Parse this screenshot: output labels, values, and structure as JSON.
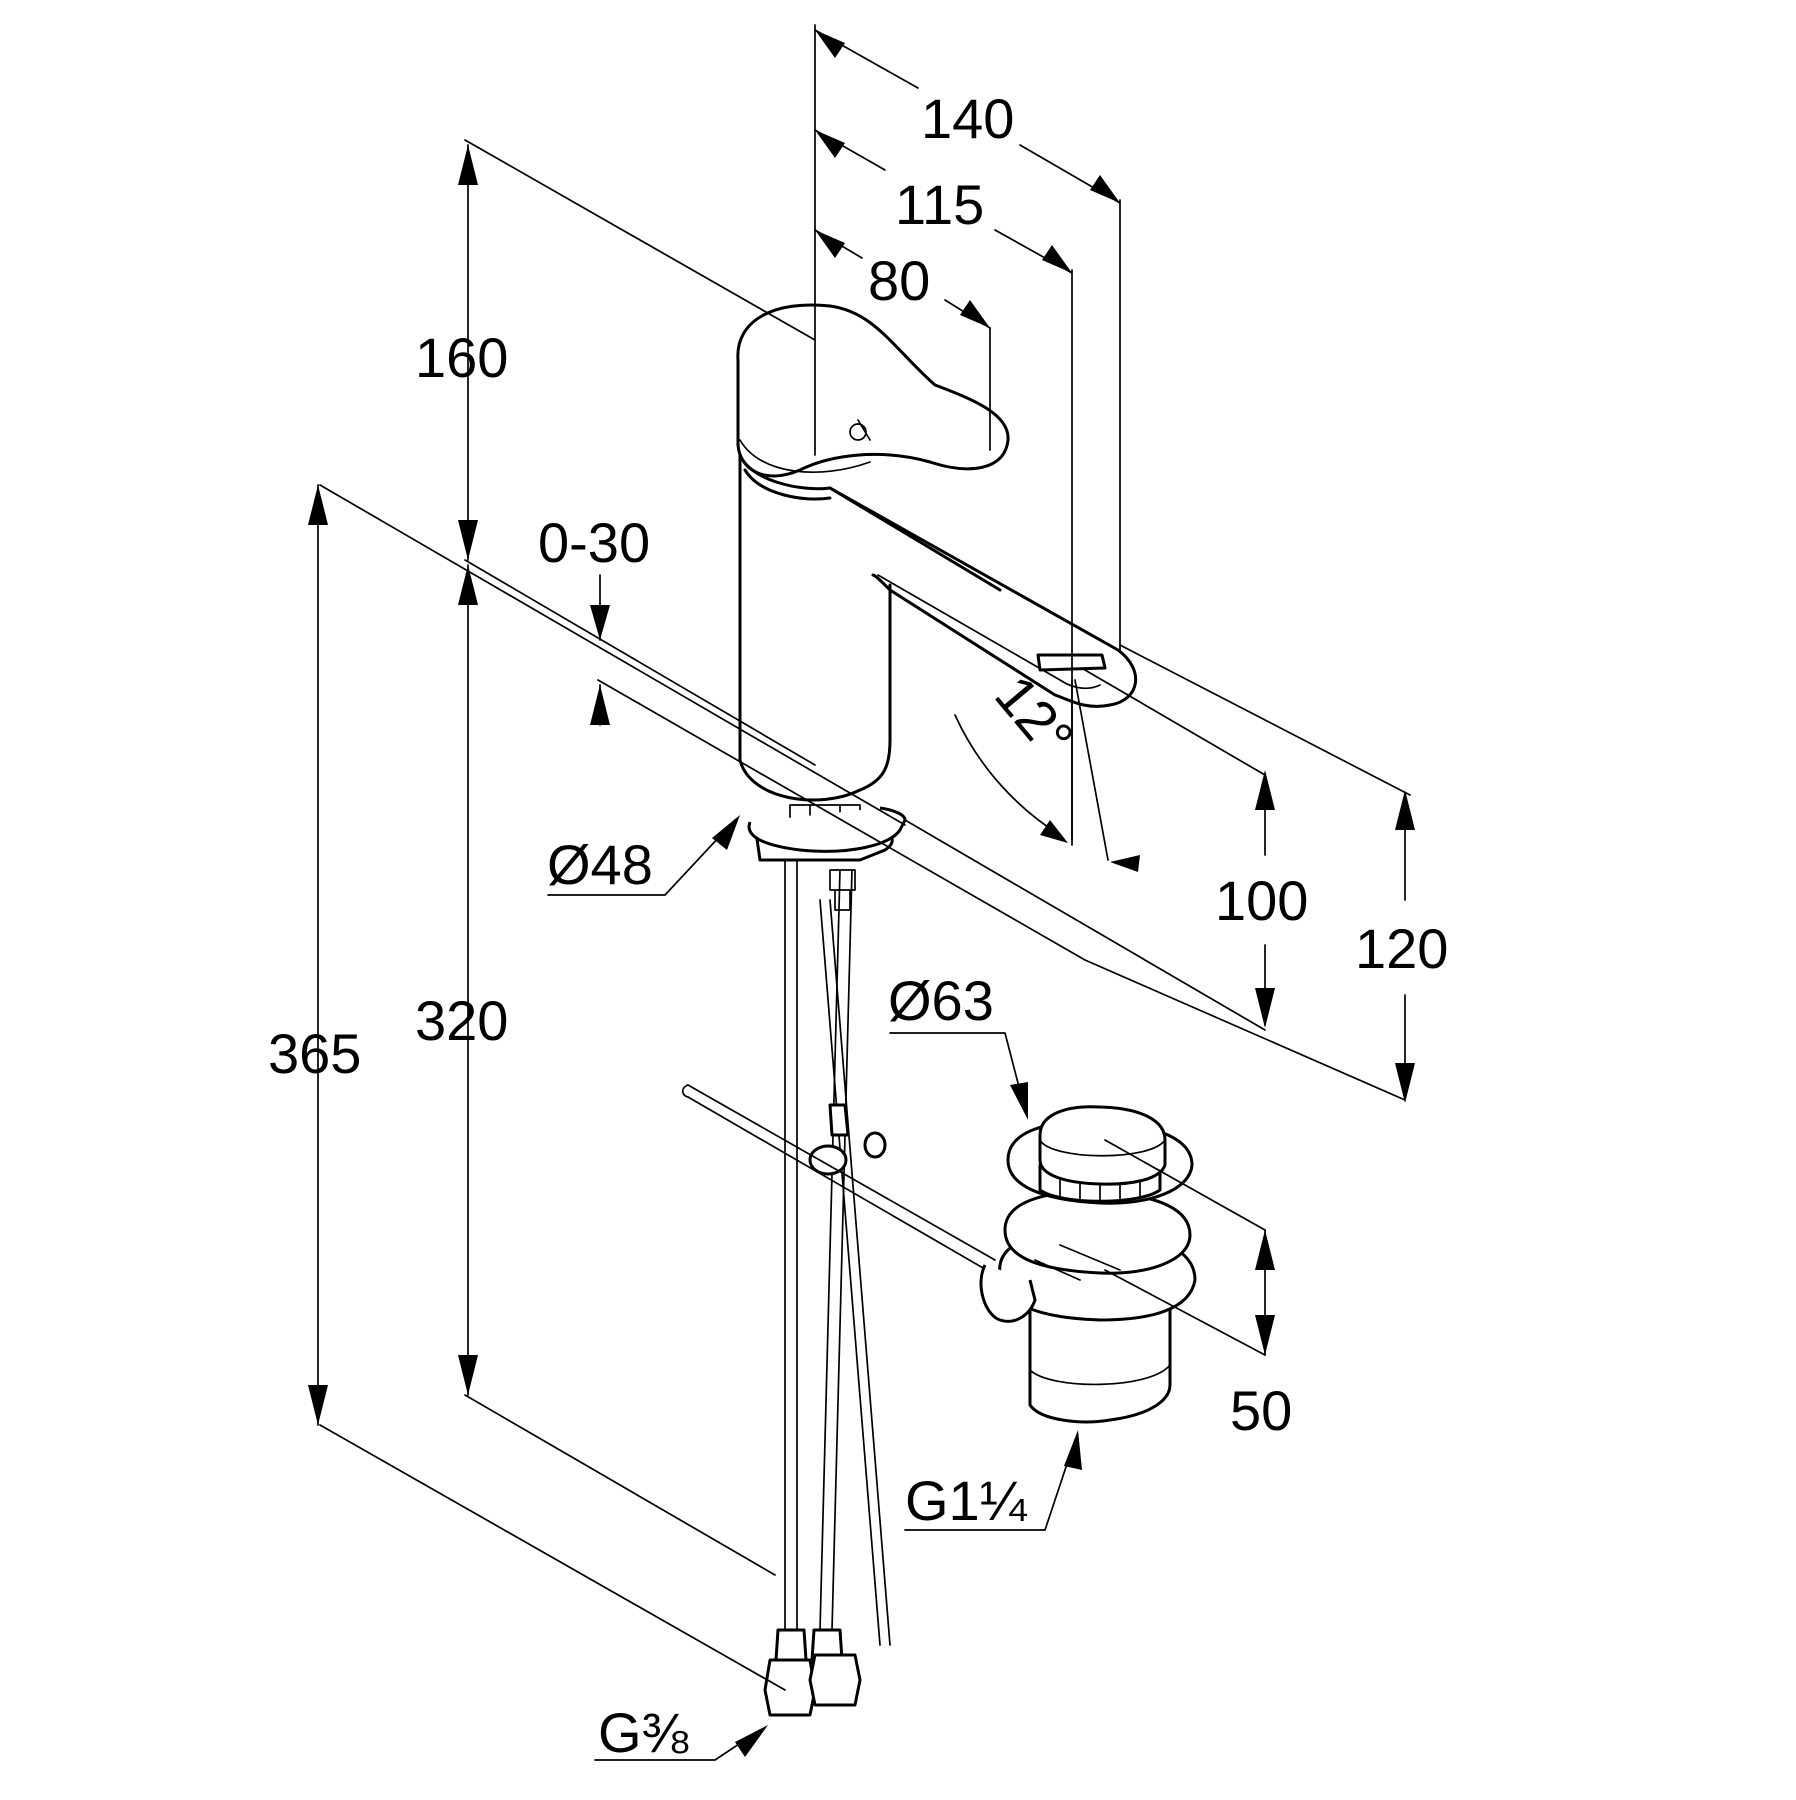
{
  "dimensions": {
    "width_140": "140",
    "width_115": "115",
    "width_80": "80",
    "height_160": "160",
    "range_0_30": "0-30",
    "angle_12": "12°",
    "diameter_48": "Ø48",
    "diameter_63": "Ø63",
    "height_100": "100",
    "height_120": "120",
    "height_320": "320",
    "height_365": "365",
    "height_50": "50",
    "thread_g114": "G1¼",
    "thread_g38": "G⅜"
  }
}
